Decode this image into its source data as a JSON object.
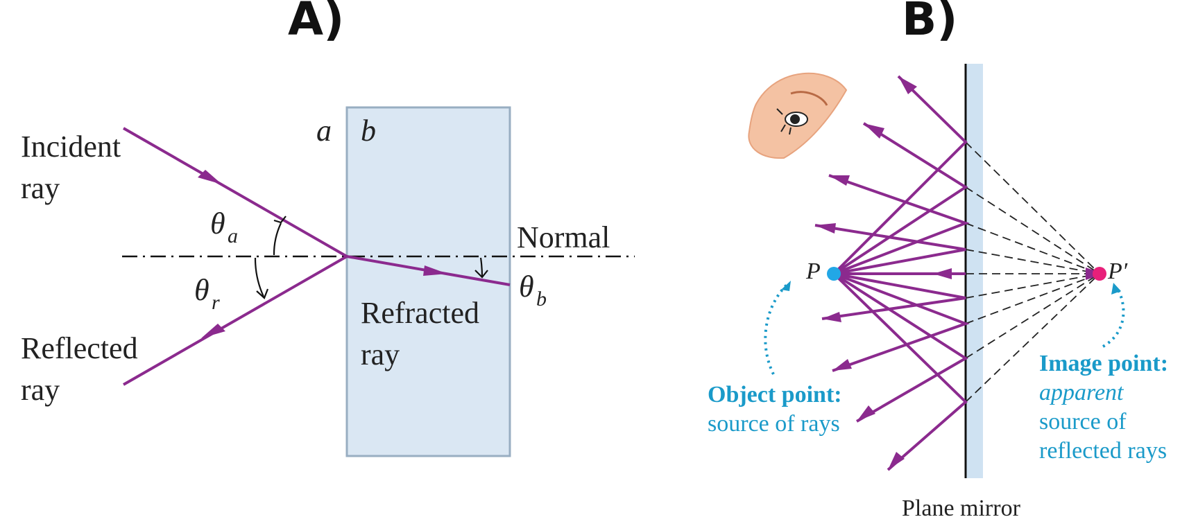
{
  "panels": {
    "a_label": "A)",
    "b_label": "B)"
  },
  "refraction": {
    "incident_label_1": "Incident",
    "incident_label_2": "ray",
    "reflected_label_1": "Reflected",
    "reflected_label_2": "ray",
    "refracted_label_1": "Refracted",
    "refracted_label_2": "ray",
    "normal_label": "Normal",
    "medium_a": "a",
    "medium_b": "b",
    "theta_a": "θ",
    "theta_a_sub": "a",
    "theta_r": "θ",
    "theta_r_sub": "r",
    "theta_b": "θ",
    "theta_b_sub": "b"
  },
  "mirror": {
    "object_symbol": "P",
    "image_symbol": "P′",
    "object_title": "Object point:",
    "object_desc": "source of rays",
    "image_title": "Image point:",
    "image_desc_1": "apparent",
    "image_desc_2": "source of",
    "image_desc_3": "reflected rays",
    "mirror_label": "Plane mirror"
  },
  "colors": {
    "ray": "#8b2a8e",
    "glass": "#dae7f3",
    "glass_border": "#98aec2",
    "accent_blue": "#1a9ac9",
    "image_point": "#e8207a",
    "object_point": "#22a7e6"
  }
}
